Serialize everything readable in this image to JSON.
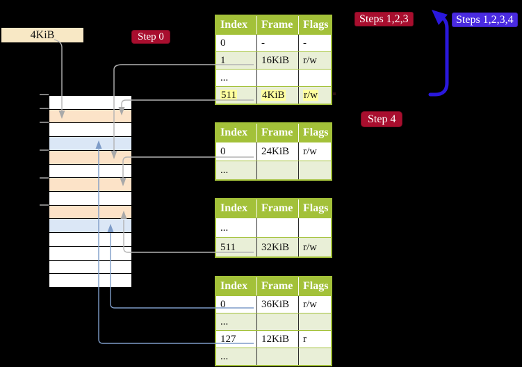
{
  "labels": {
    "size_label": "4KiB",
    "step0": "Step 0",
    "steps123": "Steps 1,2,3",
    "steps1234": "Steps 1,2,3,4",
    "step4": "Step 4"
  },
  "colors": {
    "background": "#000000",
    "crimson_label": "#a80e2e",
    "blue_label": "#4a2be0",
    "big_arrow_blue": "#2a18dc",
    "table_header_green": "#a3c139",
    "table_row_green": "#e9efd7",
    "highlight_yellow": "#ffff9e",
    "frame_peach": "#fce3c8",
    "frame_light_blue": "#dbe7f6",
    "label_cream": "#f8e8c5",
    "gray_connector": "#b3b3b3",
    "blue_connector": "#7e9cc8"
  },
  "columns": [
    "Index",
    "Frame",
    "Flags"
  ],
  "tables": [
    {
      "rows": [
        {
          "index": "0",
          "frame": "-",
          "flags": "-"
        },
        {
          "index": "1",
          "frame": "16KiB",
          "flags": "r/w"
        },
        {
          "index": "...",
          "frame": "",
          "flags": ""
        },
        {
          "index": "511",
          "frame": "4KiB",
          "flags": "r/w",
          "highlight": true
        }
      ]
    },
    {
      "rows": [
        {
          "index": "0",
          "frame": "24KiB",
          "flags": "r/w"
        },
        {
          "index": "...",
          "frame": "",
          "flags": ""
        }
      ]
    },
    {
      "rows": [
        {
          "index": "...",
          "frame": "",
          "flags": ""
        },
        {
          "index": "511",
          "frame": "32KiB",
          "flags": "r/w"
        }
      ]
    },
    {
      "rows": [
        {
          "index": "0",
          "frame": "36KiB",
          "flags": "r/w"
        },
        {
          "index": "...",
          "frame": "",
          "flags": ""
        },
        {
          "index": "127",
          "frame": "12KiB",
          "flags": "r"
        },
        {
          "index": "...",
          "frame": "",
          "flags": ""
        }
      ]
    }
  ],
  "memory_strip": {
    "rows": [
      "white",
      "peach",
      "white",
      "blue",
      "peach",
      "white",
      "peach",
      "white",
      "peach",
      "blue",
      "white",
      "white",
      "white",
      "white"
    ],
    "tick_row_boundaries": [
      0,
      1,
      2,
      4,
      6,
      8
    ]
  },
  "connectors": [
    {
      "source": "4KiB label",
      "target_frame": "4KiB",
      "color": "gray"
    },
    {
      "source": "table1 index 1",
      "target_frame": "16KiB",
      "color": "gray"
    },
    {
      "source": "table1 index 511",
      "target_frame": "4KiB",
      "color": "gray"
    },
    {
      "source": "table2 index 0",
      "target_frame": "24KiB",
      "color": "gray"
    },
    {
      "source": "table3 index 511",
      "target_frame": "32KiB",
      "color": "gray"
    },
    {
      "source": "table4 index 0",
      "target_frame": "36KiB",
      "color": "blue"
    },
    {
      "source": "table4 index 127",
      "target_frame": "12KiB",
      "color": "blue"
    },
    {
      "source": "big blue arrow",
      "target_frame": "loop back to steps labels",
      "color": "big-blue"
    }
  ]
}
